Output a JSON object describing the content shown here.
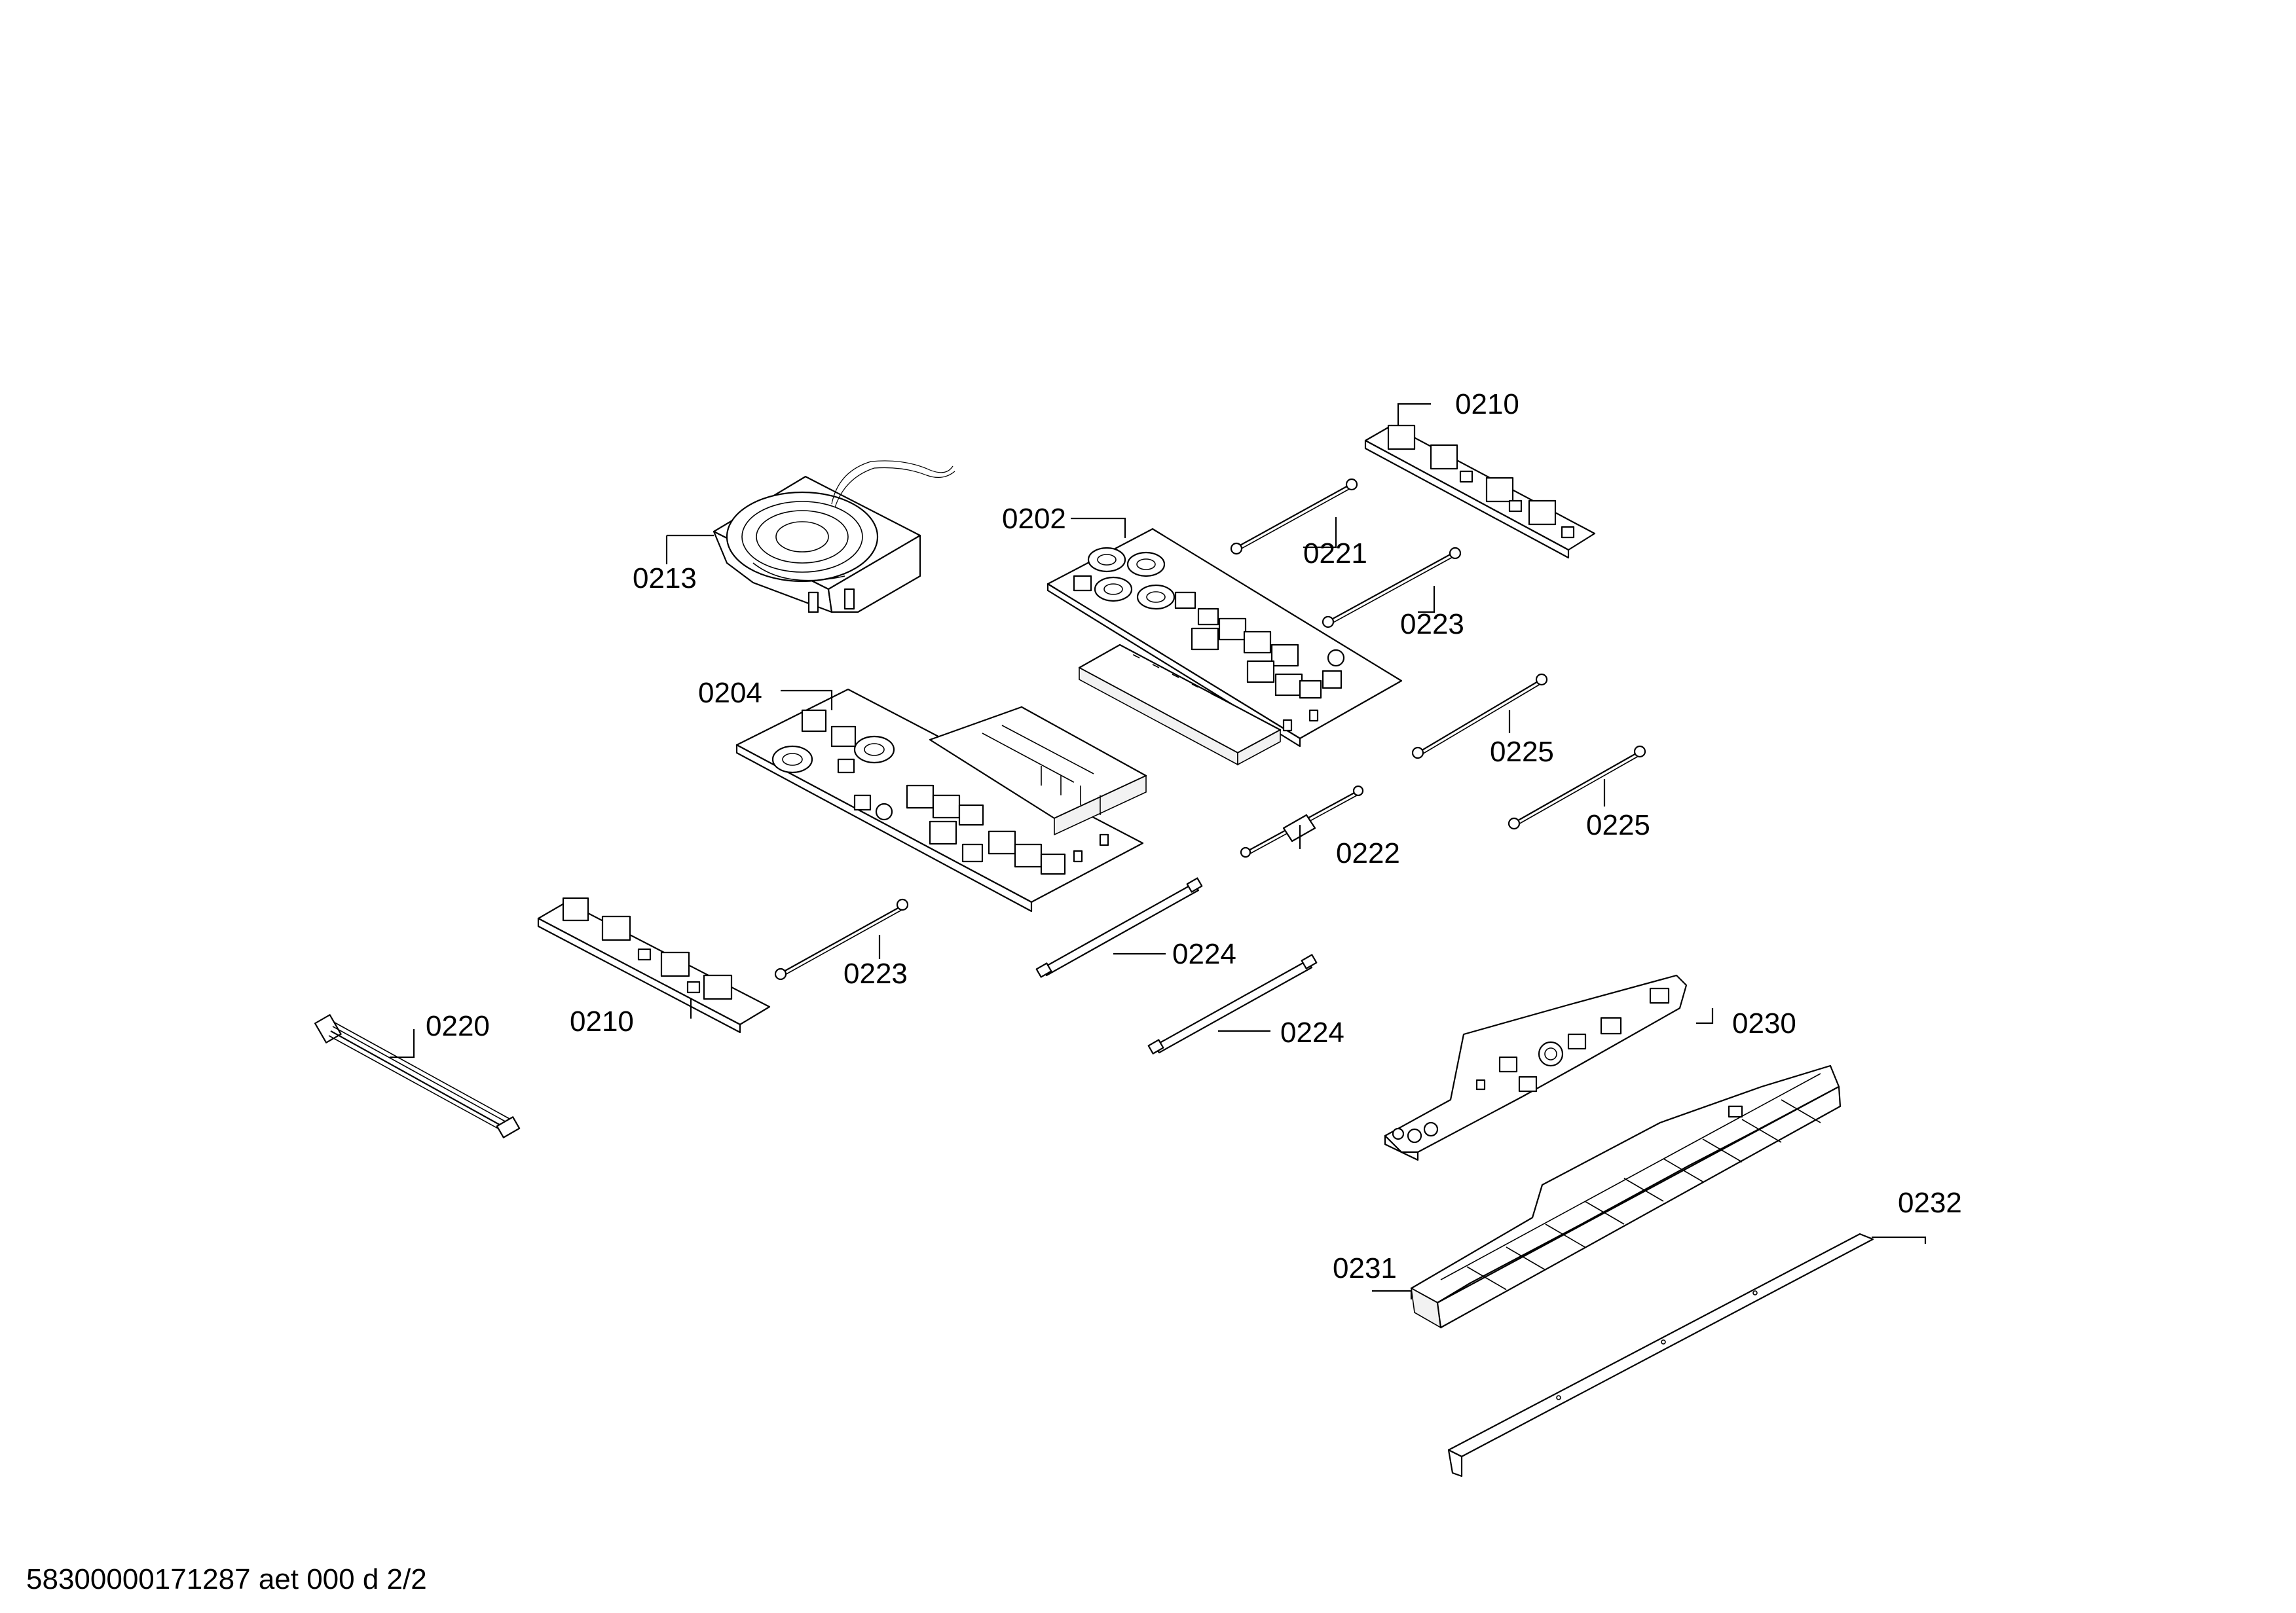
{
  "labels": {
    "l0202": "0202",
    "l0204": "0204",
    "l0210a": "0210",
    "l0210b": "0210",
    "l0213": "0213",
    "l0220": "0220",
    "l0221": "0221",
    "l0222": "0222",
    "l0223a": "0223",
    "l0223b": "0223",
    "l0224a": "0224",
    "l0224b": "0224",
    "l0225a": "0225",
    "l0225b": "0225",
    "l0230": "0230",
    "l0231": "0231",
    "l0232": "0232"
  },
  "footer": "58300000171287 aet 000 d 2/2"
}
